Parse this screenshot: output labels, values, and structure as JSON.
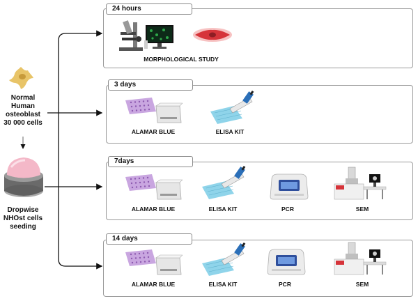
{
  "left": {
    "cell_label": [
      "Normal",
      "Human",
      "osteoblast",
      "30 000 cells"
    ],
    "seeding_label": [
      "Dropwise",
      "NHOst cells",
      "seeding"
    ]
  },
  "panels": [
    {
      "time": "24 hours",
      "items": [
        "MORPHOLOGICAL STUDY"
      ]
    },
    {
      "time": "3 days",
      "items": [
        "ALAMAR BLUE",
        "ELISA KIT"
      ]
    },
    {
      "time": "7days",
      "items": [
        "ALAMAR BLUE",
        "ELISA KIT",
        "PCR",
        "SEM"
      ]
    },
    {
      "time": "14 days",
      "items": [
        "ALAMAR BLUE",
        "ELISA KIT",
        "PCR",
        "SEM"
      ]
    }
  ],
  "icons": [
    "osteoblast-cell-icon",
    "hydrogel-dish-icon",
    "microscope-icon",
    "monitor-icon",
    "cell-icon",
    "plate-reader-icon",
    "pipette-plate-icon",
    "pcr-machine-icon",
    "sem-microscope-icon"
  ],
  "colors": {
    "cell": "#e8c468",
    "hydrogel": "#f4b8c8",
    "cell_red": "#d6343a",
    "plate": "#c9a6e0",
    "elisa": "#8fd4ea",
    "pipette": "#2b6fb8",
    "monitor_cells": "#2ea84a"
  }
}
